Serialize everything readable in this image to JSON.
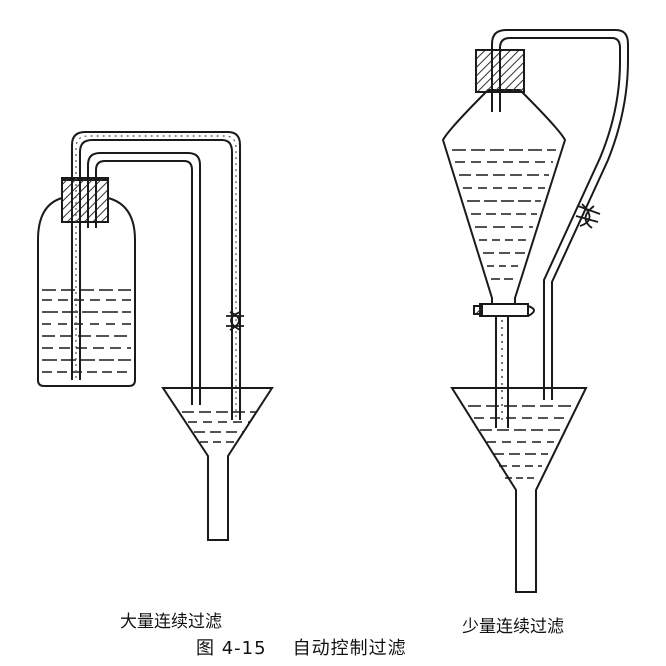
{
  "captions": {
    "left_setup": "大量连续过滤",
    "right_setup": "少量连续过滤",
    "figure_number": "图 4-15",
    "figure_title": "自动控制过滤"
  },
  "colors": {
    "ink": "#1a1a1a",
    "background": "#ffffff",
    "hatch": "#333333"
  }
}
